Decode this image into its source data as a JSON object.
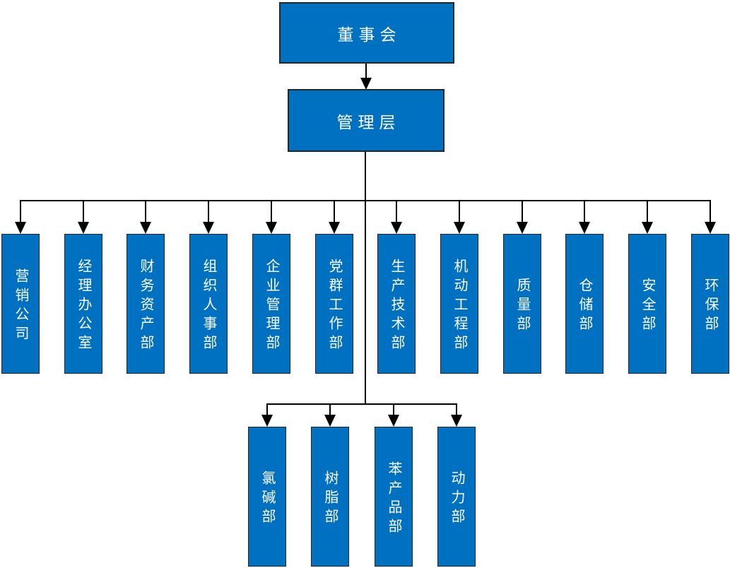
{
  "chart_data": {
    "type": "org-chart",
    "title": "",
    "root": {
      "label": "董事会"
    },
    "management": {
      "label": "管理层"
    },
    "departments": [
      {
        "label": "营销公司"
      },
      {
        "label": "经理办公室"
      },
      {
        "label": "财务资产部"
      },
      {
        "label": "组织人事部"
      },
      {
        "label": "企业管理部"
      },
      {
        "label": "党群工作部"
      },
      {
        "label": "生产技术部"
      },
      {
        "label": "机动工程部"
      },
      {
        "label": "质量部"
      },
      {
        "label": "仓储部"
      },
      {
        "label": "安全部"
      },
      {
        "label": "环保部"
      }
    ],
    "sub_departments": [
      {
        "label": "氯碱部"
      },
      {
        "label": "树脂部"
      },
      {
        "label": "苯产品部"
      },
      {
        "label": "动力部"
      }
    ],
    "hierarchy_note": "董事会 → 管理层 → 12 departments; 管理层 → 4 production sub-departments",
    "colors": {
      "node_fill": "#0070C0",
      "node_border": "#262626",
      "node_text": "#FFFFFF",
      "connector_line": "#000000",
      "background": "#FFFFFF"
    }
  }
}
